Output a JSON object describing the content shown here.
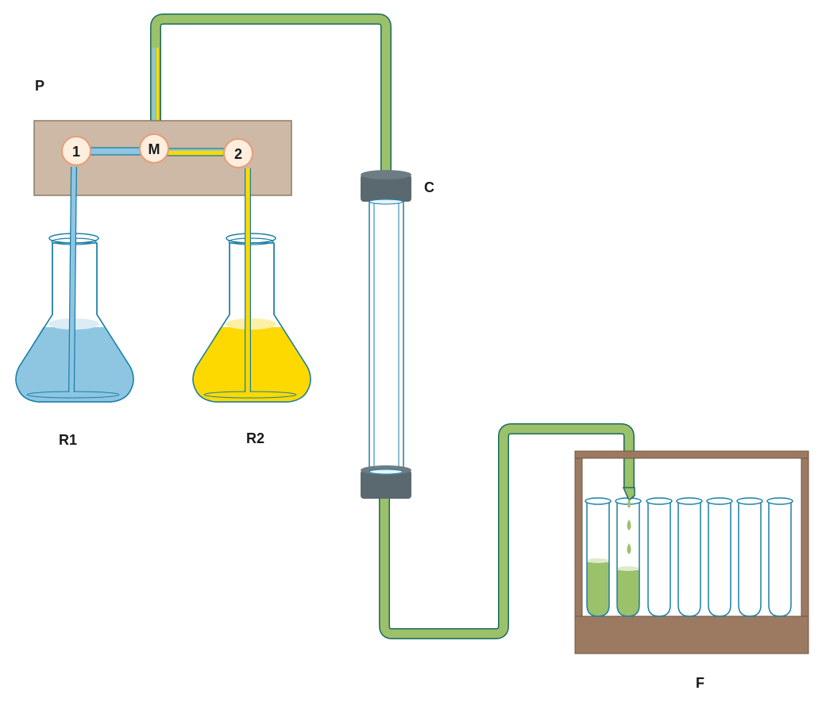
{
  "labels": {
    "pump": "P",
    "column": "C",
    "reservoir1": "R1",
    "reservoir2": "R2",
    "fraction_collector": "F"
  },
  "pump_nodes": {
    "one": "1",
    "mixer": "M",
    "two": "2"
  },
  "colors": {
    "buffer1": "#8ec6e2",
    "buffer2": "#fdd900",
    "eluate": "#9bc16a",
    "pump_body": "#cdb9a5",
    "column_cap": "#5a6970",
    "collector_frame": "#9c7a62"
  },
  "collector": {
    "tube_count": 7,
    "filled_tubes": 2
  }
}
